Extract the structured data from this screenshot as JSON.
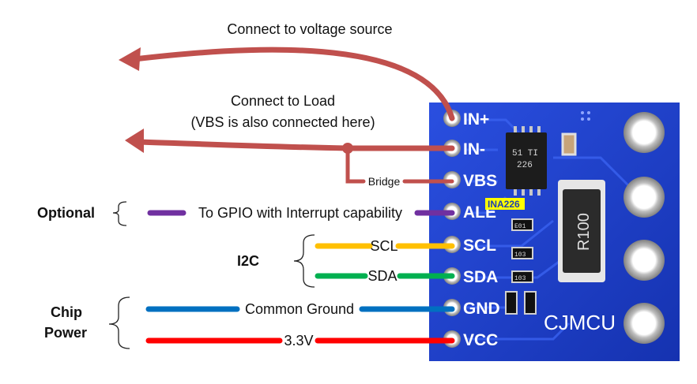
{
  "labels": {
    "voltage_source": "Connect to voltage source",
    "load_line1": "Connect to Load",
    "load_line2": "(VBS is also connected here)",
    "bridge": "Bridge",
    "gpio": "To GPIO with Interrupt capability",
    "scl": "SCL",
    "sda": "SDA",
    "ground": "Common Ground",
    "vcc": "3.3V"
  },
  "groups": {
    "optional": "Optional",
    "i2c": "I2C",
    "chip_power_line1": "Chip",
    "chip_power_line2": "Power"
  },
  "board": {
    "pins": [
      "IN+",
      "IN-",
      "VBS",
      "ALE",
      "SCL",
      "SDA",
      "GND",
      "VCC"
    ],
    "chip_label": "INA226",
    "brand": "CJMCU",
    "resistor": "R100",
    "chip_marking_1": "51 TI",
    "chip_marking_2": "226",
    "small_parts": [
      "E01",
      "103",
      "103"
    ]
  },
  "colors": {
    "power_wire": "#c0504d",
    "interrupt_wire": "#7030a0",
    "scl_wire": "#ffc000",
    "sda_wire": "#00b050",
    "ground_wire": "#0070c0",
    "vcc_wire": "#ff0000",
    "board": "#1d3fc9",
    "chip_label_bg": "#ffff00"
  }
}
